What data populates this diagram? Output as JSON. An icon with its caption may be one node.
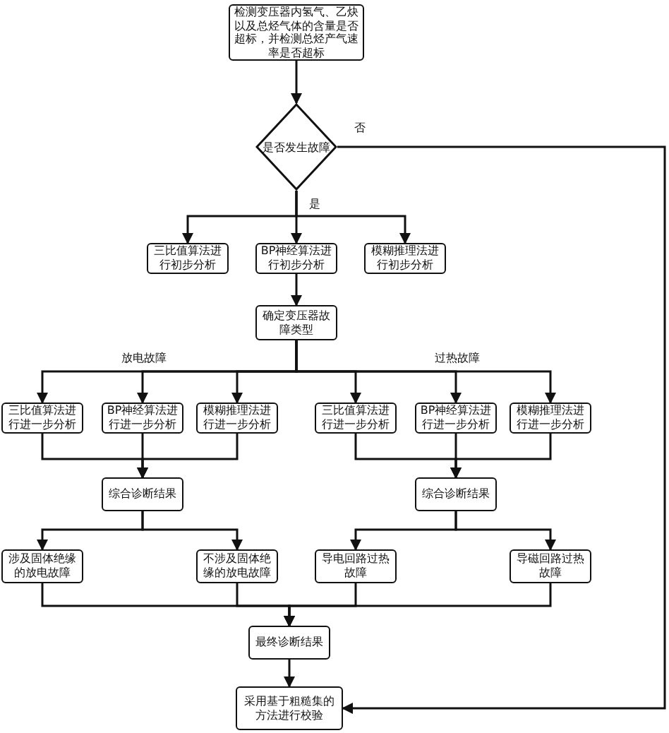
{
  "diagram": {
    "nodes": [
      {
        "text": [
          "检测变压器内氢气、乙炔以及总烃气体的含量是否超标，并检测总烃产气速率是否超标"
        ]
      },
      {
        "text": [
          "是否发生故障"
        ]
      },
      {
        "text": [
          "三比值算法进行初步分析"
        ]
      },
      {
        "text": [
          "BP神经算法进行初步分析"
        ]
      },
      {
        "text": [
          "模糊推理法进行初步分析"
        ]
      },
      {
        "text": [
          "确定变压器故障类型"
        ]
      },
      {
        "text": [
          "三比值算法进行进一步分析"
        ]
      },
      {
        "text": [
          "BP神经算法进行进一步分析"
        ]
      },
      {
        "text": [
          "模糊推理法进行进一步分析"
        ]
      },
      {
        "text": [
          "三比值算法进行进一步分析"
        ]
      },
      {
        "text": [
          "BP神经算法进行进一步分析"
        ]
      },
      {
        "text": [
          "模糊推理法进行进一步分析"
        ]
      },
      {
        "text": [
          "综合诊断结果"
        ]
      },
      {
        "text": [
          "综合诊断结果"
        ]
      },
      {
        "text": [
          "涉及固体绝缘的放电故障"
        ]
      },
      {
        "text": [
          "不涉及固体绝缘的放电故障"
        ]
      },
      {
        "text": [
          "导电回路过热故障"
        ]
      },
      {
        "text": [
          "导磁回路过热故障"
        ]
      },
      {
        "text": [
          "最终诊断结果"
        ]
      },
      {
        "text": [
          "采用基于粗糙集的方法进行校验"
        ]
      }
    ],
    "edges": [
      {
        "from": 0,
        "to": 1,
        "arrow": "to"
      },
      {
        "from": 1,
        "to": 2,
        "arrow": "to",
        "label": "是"
      },
      {
        "from": 1,
        "to": 3,
        "arrow": "to"
      },
      {
        "from": 1,
        "to": 4,
        "arrow": "to"
      },
      {
        "from": 1,
        "to": 19,
        "arrow": "to",
        "label": "否"
      },
      {
        "from": 3,
        "to": 5,
        "arrow": "to"
      },
      {
        "from": 5,
        "to": 6,
        "arrow": "to"
      },
      {
        "from": 5,
        "to": 7,
        "arrow": "to",
        "label": "放电故障"
      },
      {
        "from": 5,
        "to": 8,
        "arrow": "to"
      },
      {
        "from": 5,
        "to": 9,
        "arrow": "to"
      },
      {
        "from": 5,
        "to": 10,
        "arrow": "to",
        "label": "过热故障"
      },
      {
        "from": 5,
        "to": 11,
        "arrow": "to"
      },
      {
        "from": 6,
        "to": 12,
        "arrow": "to"
      },
      {
        "from": 7,
        "to": 12,
        "arrow": "to"
      },
      {
        "from": 8,
        "to": 12,
        "arrow": "to"
      },
      {
        "from": 9,
        "to": 13,
        "arrow": "to"
      },
      {
        "from": 10,
        "to": 13,
        "arrow": "to"
      },
      {
        "from": 11,
        "to": 13,
        "arrow": "to"
      },
      {
        "from": 12,
        "to": 14,
        "arrow": "to"
      },
      {
        "from": 12,
        "to": 15,
        "arrow": "to"
      },
      {
        "from": 13,
        "to": 16,
        "arrow": "to"
      },
      {
        "from": 13,
        "to": 17,
        "arrow": "to"
      },
      {
        "from": 14,
        "to": 18,
        "arrow": "to"
      },
      {
        "from": 15,
        "to": 18,
        "arrow": "to"
      },
      {
        "from": 16,
        "to": 18,
        "arrow": "to"
      },
      {
        "from": 17,
        "to": 18,
        "arrow": "to"
      },
      {
        "from": 18,
        "to": 19,
        "arrow": "to"
      }
    ]
  }
}
